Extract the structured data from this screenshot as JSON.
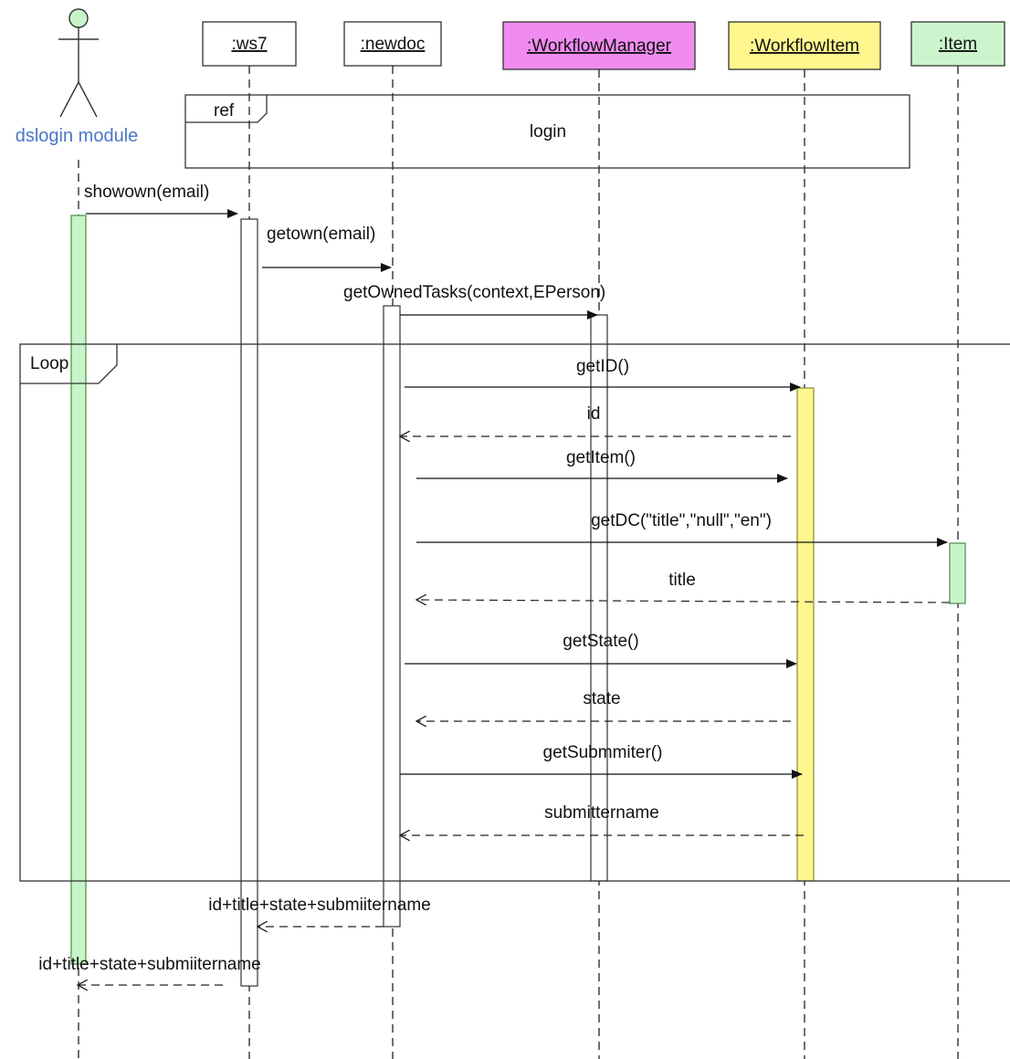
{
  "colors": {
    "actor_label": "#4a77c9",
    "workflow_manager_fill": "#f08cf0",
    "workflow_item_fill": "#fdf78e",
    "item_fill": "#cdf5cd",
    "green_activation": "#c8f5c8",
    "yellow_activation": "#fdf78e"
  },
  "actor": {
    "label": "dslogin module",
    "icon": "stick-figure-actor-icon"
  },
  "objects": [
    {
      "id": "ws7",
      "label": ":ws7"
    },
    {
      "id": "newdoc",
      "label": ":newdoc"
    },
    {
      "id": "workflow_manager",
      "label": ":WorkflowManager"
    },
    {
      "id": "workflow_item",
      "label": ":WorkflowItem"
    },
    {
      "id": "item",
      "label": ":Item"
    }
  ],
  "ref_frame": {
    "tag": "ref",
    "label": "login"
  },
  "loop_frame": {
    "tag": "Loop"
  },
  "messages": [
    {
      "id": "m1",
      "label": "showown(email)",
      "kind": "call"
    },
    {
      "id": "m2",
      "label": "getown(email)",
      "kind": "call"
    },
    {
      "id": "m3",
      "label": "getOwnedTasks(context,EPerson)",
      "kind": "call"
    },
    {
      "id": "m4",
      "label": "getID()",
      "kind": "call"
    },
    {
      "id": "m5",
      "label": "id",
      "kind": "return"
    },
    {
      "id": "m6",
      "label": "getItem()",
      "kind": "call"
    },
    {
      "id": "m7",
      "label": "getDC(\"title\",\"null\",\"en\")",
      "kind": "call"
    },
    {
      "id": "m8",
      "label": "title",
      "kind": "return"
    },
    {
      "id": "m9",
      "label": "getState()",
      "kind": "call"
    },
    {
      "id": "m10",
      "label": "state",
      "kind": "return"
    },
    {
      "id": "m11",
      "label": "getSubmmiter()",
      "kind": "call"
    },
    {
      "id": "m12",
      "label": "submittername",
      "kind": "return"
    },
    {
      "id": "m13",
      "label": "id+title+state+submiitername",
      "kind": "return"
    },
    {
      "id": "m14",
      "label": "id+title+state+submiitername",
      "kind": "return"
    }
  ]
}
